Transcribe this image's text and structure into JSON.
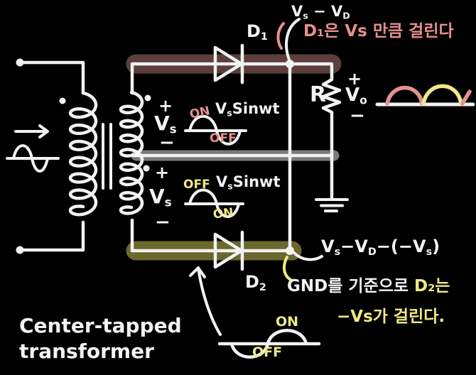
{
  "colors": {
    "background": "#000000",
    "ink_white": "#f2f2f2",
    "ink_pink": "#e5908d",
    "ink_yellow": "#f1e985",
    "highlight_maroon": "#5a3f3d",
    "highlight_gray": "#7b7b7b",
    "highlight_olive": "#6b682e"
  },
  "components": {
    "d1": [
      {
        "t": "D"
      },
      {
        "t": "1",
        "sub": true
      }
    ],
    "d2": [
      {
        "t": "D"
      },
      {
        "t": "2",
        "sub": true
      }
    ],
    "r": "R",
    "vo": [
      {
        "t": "V"
      },
      {
        "t": "o",
        "sub": true
      }
    ],
    "vs": [
      {
        "t": "V"
      },
      {
        "t": "s",
        "sub": true
      }
    ],
    "plus": "+",
    "minus": "−"
  },
  "formulas": {
    "d1_drop": [
      {
        "t": "V"
      },
      {
        "t": "s",
        "sub": true
      },
      {
        "t": " − "
      },
      {
        "t": "V"
      },
      {
        "t": "D",
        "sub": true
      }
    ],
    "d2_drop": [
      {
        "t": "V"
      },
      {
        "t": "s",
        "sub": true
      },
      {
        "t": "−"
      },
      {
        "t": "V"
      },
      {
        "t": "D",
        "sub": true
      },
      {
        "t": "−(−"
      },
      {
        "t": "V"
      },
      {
        "t": "s",
        "sub": true
      },
      {
        "t": ")"
      }
    ],
    "vs_sinwt": [
      {
        "t": "V"
      },
      {
        "t": "s",
        "sub": true
      },
      {
        "t": "Sinwt"
      }
    ]
  },
  "notes": {
    "d1_note": "D₁은 Vs 만큼 걸린다",
    "gnd_note_prefix": "GND를 기준으로 ",
    "gnd_note_d2": "D₂는",
    "gnd_note_line2": "−Vs가 걸린다.",
    "caption_line1": "Center-tapped",
    "caption_line2": "transformer"
  },
  "switches": {
    "top": {
      "on": "ON",
      "off": "OFF"
    },
    "mid": {
      "off": "OFF",
      "on": "ON"
    },
    "bottom": {
      "on": "ON",
      "off": "OFF"
    }
  }
}
